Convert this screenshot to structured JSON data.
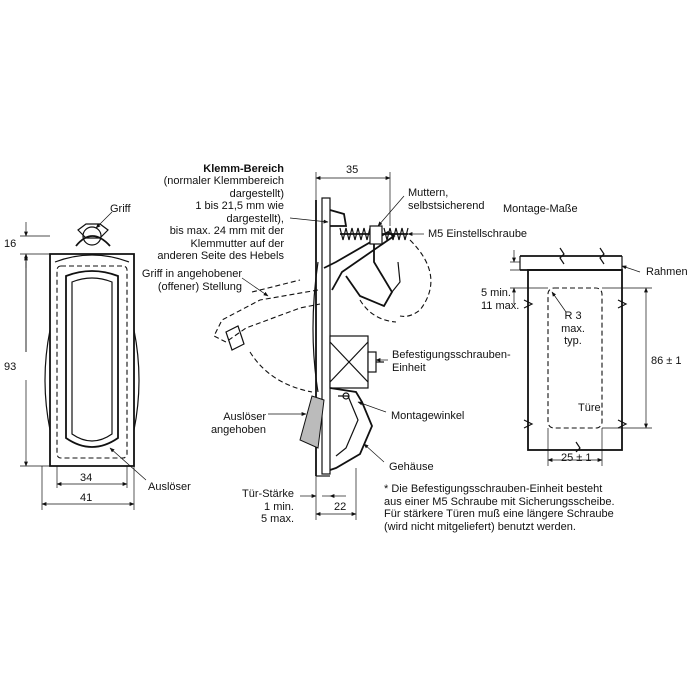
{
  "front_view": {
    "label_griff": "Griff",
    "label_ausloeser": "Auslöser",
    "dim_top": "16",
    "dim_height": "93",
    "dim_inner_width": "34",
    "dim_outer_width": "41"
  },
  "side_view": {
    "klemm_title": "Klemm-Bereich",
    "klemm_lines": [
      "(normaler Klemmbereich",
      "dargestellt)",
      "1 bis 21,5 mm wie",
      "dargestellt),",
      "bis max. 24 mm mit der",
      "Klemmutter auf der",
      "anderen Seite des Hebels"
    ],
    "dim_35": "35",
    "muttern_lines": [
      "Muttern,",
      "selbstsicherend"
    ],
    "m5": "M5 Einstellschraube",
    "griff_raised_lines": [
      "Griff in angehobener",
      "(offener) Stellung"
    ],
    "befestigung_lines": [
      "Befestigungsschrauben-",
      "Einheit"
    ],
    "ausloeser_raised_lines": [
      "Auslöser",
      "angehoben"
    ],
    "montagewinkel": "Montagewinkel",
    "gehaeuse": "Gehäuse",
    "tuer_lines": [
      "Tür-Stärke",
      "1 min.",
      "5 max."
    ],
    "dim_22": "22"
  },
  "mounting": {
    "title": "Montage-Maße",
    "rahmen": "Rahmen",
    "r3_lines": [
      "R 3",
      "max.",
      "typ."
    ],
    "gap_lines": [
      "5 min.",
      "11 max."
    ],
    "dim_86": "86 ± 1",
    "tuere": "Türe",
    "dim_25": "25 ± 1"
  },
  "footnote_lines": [
    "* Die Befestigungsschrauben-Einheit besteht",
    "aus einer M5 Schraube mit Sicherungsscheibe.",
    "Für stärkere Türen muß eine längere Schraube",
    "(wird nicht mitgeliefert) benutzt werden."
  ]
}
